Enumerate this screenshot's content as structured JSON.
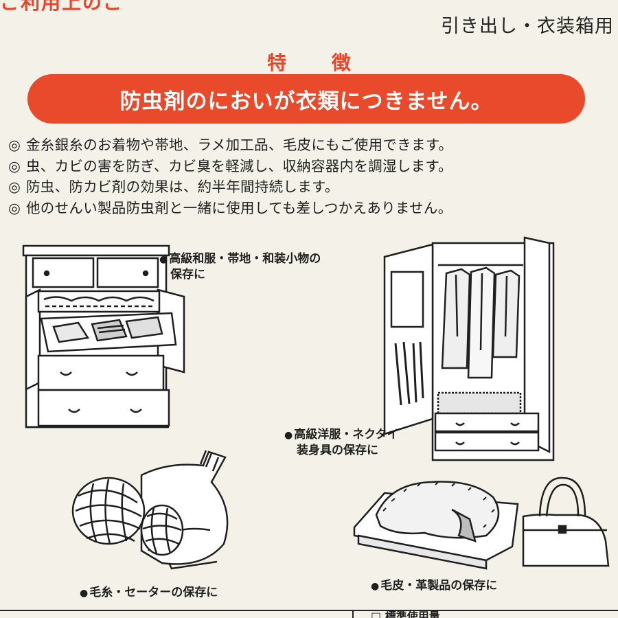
{
  "header": {
    "top_edge_text": "ご利用上のご",
    "usage_label": "引き出し・衣装箱用"
  },
  "features_section": {
    "heading": "特 徴",
    "banner_text": "防虫剤のにおいが衣類につきません。",
    "bullet_mark": "◎",
    "items": [
      "金糸銀糸のお着物や帯地、ラメ加工品、毛皮にもご使用できます。",
      "虫、カビの害を防ぎ、カビ臭を軽減し、収納容器内を調湿します。",
      "防虫、防カビ剤の効果は、約半年間持続します。",
      "他のせんい製品防虫剤と一緒に使用しても差しつかえありません。"
    ]
  },
  "illustrations": {
    "bullet": "●",
    "kimono_chest": {
      "caption_line1": "高級和服・帯地・和装小物の",
      "caption_line2": "保存に",
      "icon": "kimono-chest-icon"
    },
    "wardrobe": {
      "caption_line1": "高級洋服・ネクタイ",
      "caption_line2": "装身具の保存に",
      "icon": "wardrobe-icon"
    },
    "yarn_sweater": {
      "caption": "毛糸・セーターの保存に",
      "icon": "yarn-sweater-icon"
    },
    "fur_leather": {
      "caption": "毛皮・革製品の保存に",
      "icon": "fur-handbag-icon"
    }
  },
  "footer": {
    "partial_label": "□ 標準使用量"
  },
  "colors": {
    "accent": "#ea4a2c",
    "background": "#f4f2e8",
    "ink": "#1f1f1f"
  }
}
